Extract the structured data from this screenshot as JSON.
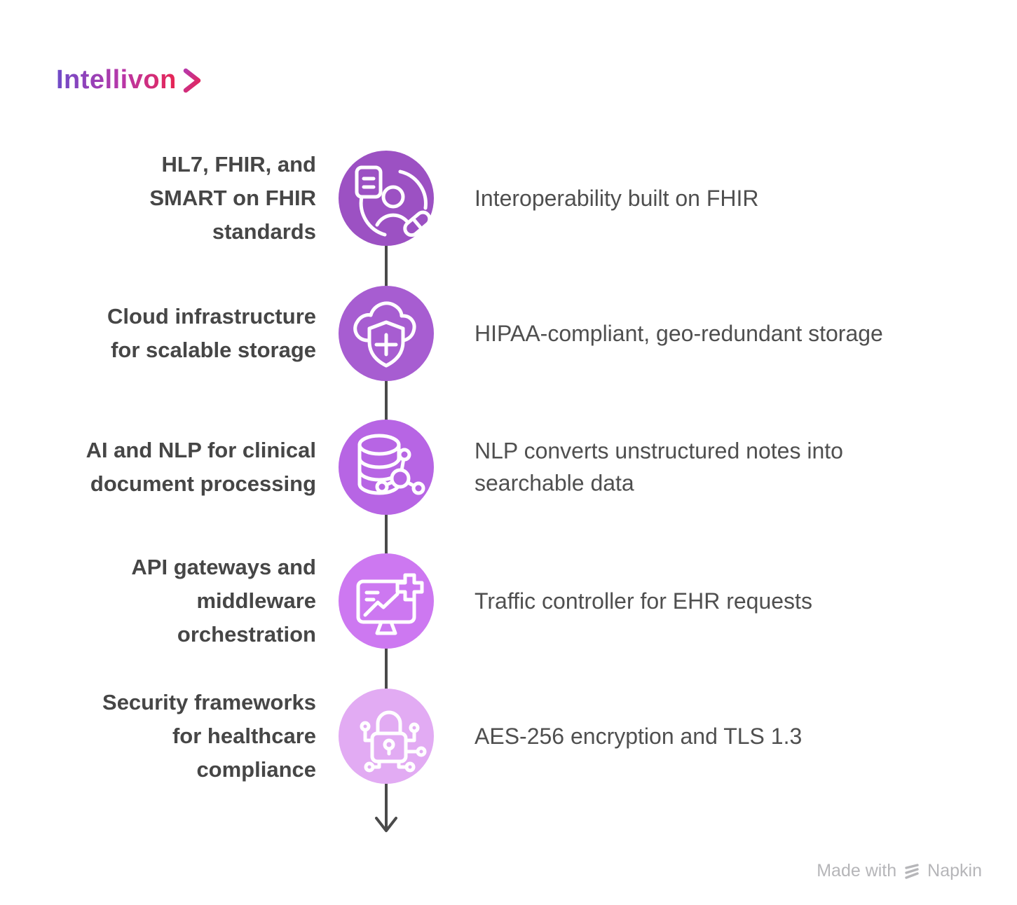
{
  "brand": {
    "name": "Intellivon"
  },
  "colors": {
    "brand-g1": "#6F4BC8",
    "brand-g2": "#B837A8",
    "brand-g3": "#E82552",
    "connector": "#4A4A4A",
    "label-text": "#464646",
    "desc-text": "#4F4F4F",
    "footer-text": "#B6B6B9",
    "background": "#FFFFFF"
  },
  "steps": [
    {
      "label": "HL7, FHIR, and\nSMART on FHIR\nstandards",
      "description": "Interoperability built on FHIR",
      "icon": "patient-record-icon",
      "circle_color": "#9C51C3"
    },
    {
      "label": "Cloud infrastructure\nfor scalable storage",
      "description": "HIPAA-compliant, geo-redundant storage",
      "icon": "cloud-shield-icon",
      "circle_color": "#A75DD1"
    },
    {
      "label": "AI and NLP for clinical\ndocument processing",
      "description": "NLP converts unstructured notes into\nsearchable data",
      "icon": "database-network-icon",
      "circle_color": "#B765E4"
    },
    {
      "label": "API gateways and\nmiddleware\norchestration",
      "description": "Traffic controller for EHR requests",
      "icon": "monitor-chart-cross-icon",
      "circle_color": "#CD78F1"
    },
    {
      "label": "Security frameworks\nfor healthcare\ncompliance",
      "description": "AES-256 encryption and TLS 1.3",
      "icon": "lock-circuit-icon",
      "circle_color": "#E2ABF3"
    }
  ],
  "footer": {
    "made_with": "Made with",
    "brand": "Napkin"
  }
}
